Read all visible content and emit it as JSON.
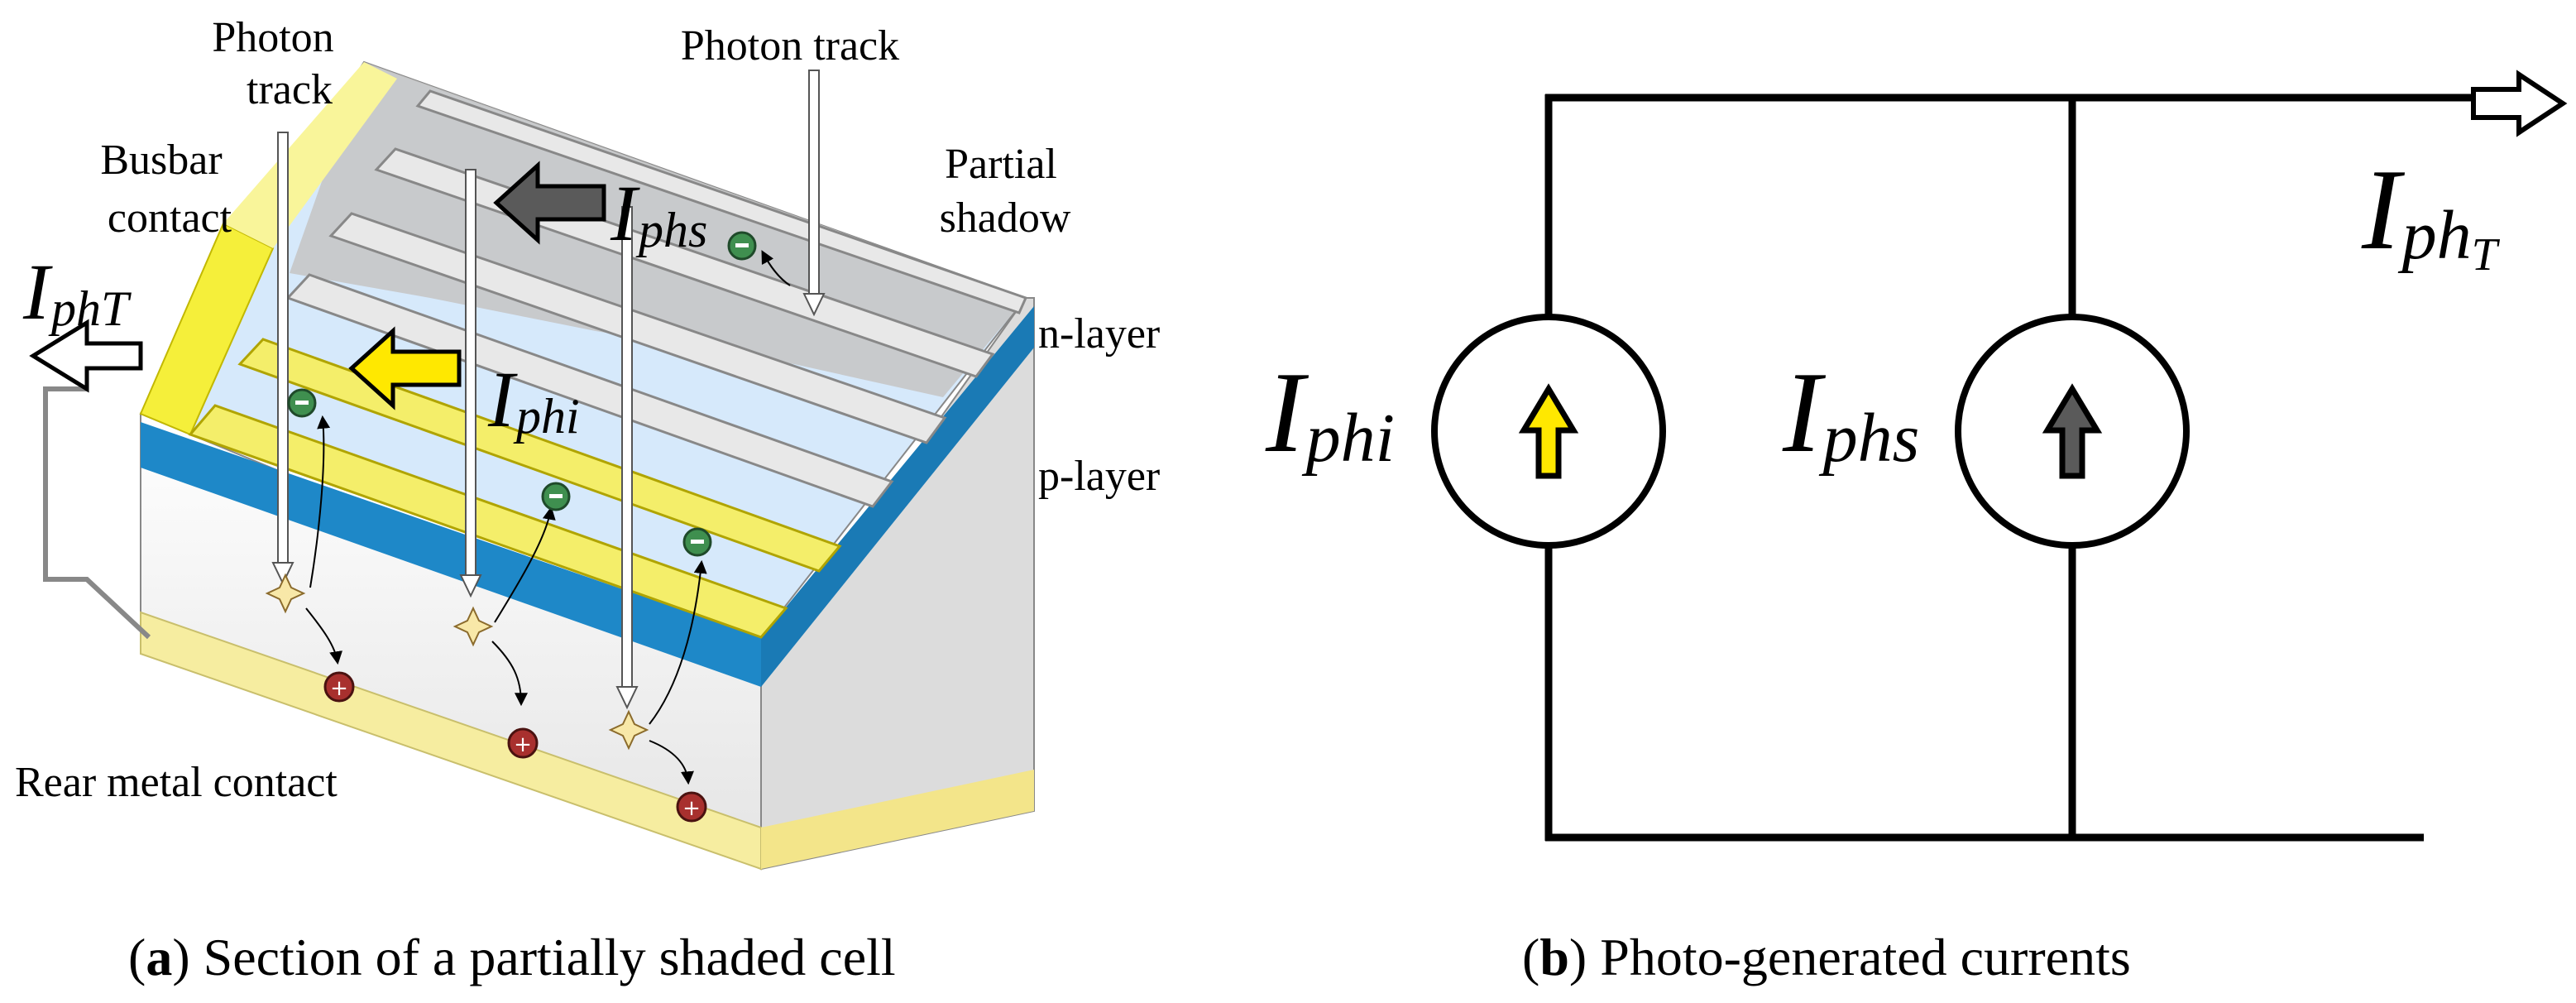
{
  "panel_a": {
    "labels": {
      "photon_track_left_1": "Photon",
      "photon_track_left_2": "track",
      "photon_track_right": "Photon track",
      "busbar_1": "Busbar",
      "busbar_2": "contact",
      "partial_1": "Partial",
      "partial_2": "shadow",
      "n_layer": "n-layer",
      "p_layer": "p-layer",
      "rear_contact": "Rear metal contact",
      "iphT_main": "I",
      "iphT_sub": "phT",
      "iphs_main": "I",
      "iphs_sub": "phs",
      "iphi_main": "I",
      "iphi_sub": "phi"
    },
    "caption_letter": "a",
    "caption_text": ") Section of a partially shaded cell"
  },
  "panel_b": {
    "labels": {
      "iphi_main": "I",
      "iphi_sub": "phi",
      "iphs_main": "I",
      "iphs_sub": "phs",
      "iphT_main": "I",
      "iphT_sub": "ph",
      "iphT_subsub": "T"
    },
    "caption_letter": "b",
    "caption_text": ") Photo-generated currents"
  },
  "colors": {
    "illuminated_arrow": "#ffe800",
    "shaded_arrow": "#5a5a5a",
    "n_layer": "#1e88c8",
    "busbar": "#f5ef3a",
    "rear_contact": "#f6eda0",
    "electron": "#3f8f4f",
    "hole": "#a8302e"
  }
}
